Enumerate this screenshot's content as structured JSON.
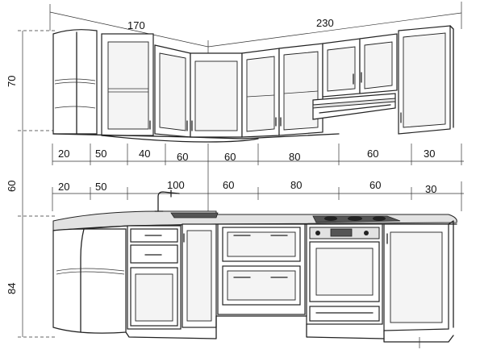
{
  "dimensions": {
    "top_left_run": "170",
    "top_right_run": "230",
    "upper_height": "70",
    "middle_height": "60",
    "base_height": "84",
    "upper_widths": [
      "20",
      "50",
      "40",
      "60",
      "60",
      "80",
      "60",
      "30"
    ],
    "base_widths": [
      "20",
      "50",
      "100",
      "60",
      "80",
      "60",
      "30"
    ]
  },
  "colors": {
    "line": "#222222",
    "background": "#ffffff"
  },
  "icons": {
    "faucet": "faucet-icon",
    "stove": "stove-icon",
    "hood": "range-hood-icon",
    "oven": "oven-icon"
  }
}
